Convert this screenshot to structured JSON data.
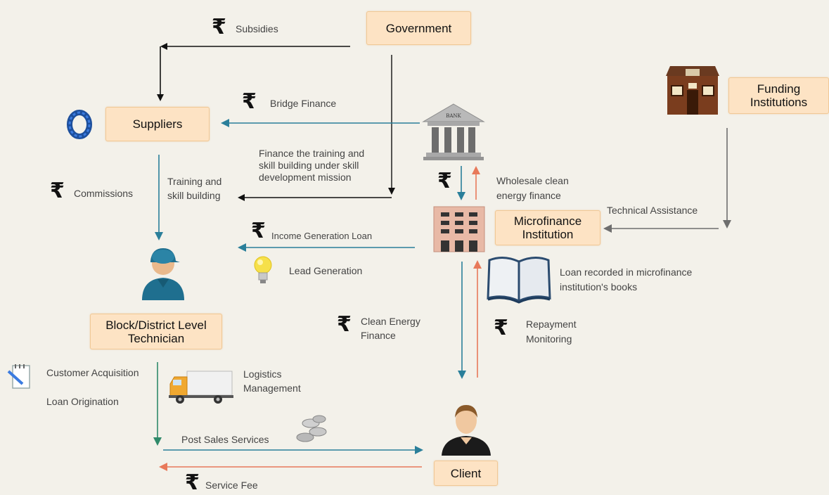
{
  "nodes": {
    "government": "Government",
    "suppliers": "Suppliers",
    "funding_institutions": "Funding\nInstitutions",
    "microfinance_institution": "Microfinance\nInstitution",
    "technician": "Block/District Level\nTechnician",
    "client": "Client"
  },
  "edge_labels": {
    "subsidies": "Subsidies",
    "bridge_finance": "Bridge Finance",
    "finance_training": "Finance the training and\nskill building under skill\ndevelopment mission",
    "commissions": "Commissions",
    "training_skill": "Training and\nskill building",
    "wholesale": "Wholesale clean\nenergy finance",
    "technical_assistance": "Technical Assistance",
    "income_generation_loan": "Income Generation Loan",
    "lead_generation": "Lead Generation",
    "loan_recorded": "Loan recorded in microfinance\ninstitution's books",
    "clean_energy_finance": "Clean Energy\nFinance",
    "repayment_monitoring": "Repayment\nMonitoring",
    "customer_acquisition": "Customer Acquisition",
    "loan_origination": "Loan Origination",
    "logistics_management": "Logistics\nManagement",
    "post_sales_services": "Post Sales Services",
    "service_fee": "Service Fee"
  },
  "bank_sign": "BANK",
  "currency_symbol": "₹",
  "colors": {
    "black_arrow": "#111111",
    "teal_arrow": "#2a7f9a",
    "orange_arrow": "#e8795a",
    "grey_arrow": "#6e6e6e",
    "green_arrow": "#2f8a6a",
    "node_fill": "#fde3c4"
  },
  "icons": [
    "ring-icon",
    "bank-icon",
    "funding-building-icon",
    "office-building-icon",
    "technician-icon",
    "lightbulb-icon",
    "open-book-icon",
    "client-person-icon",
    "notepad-icon",
    "truck-icon",
    "coins-icon"
  ]
}
